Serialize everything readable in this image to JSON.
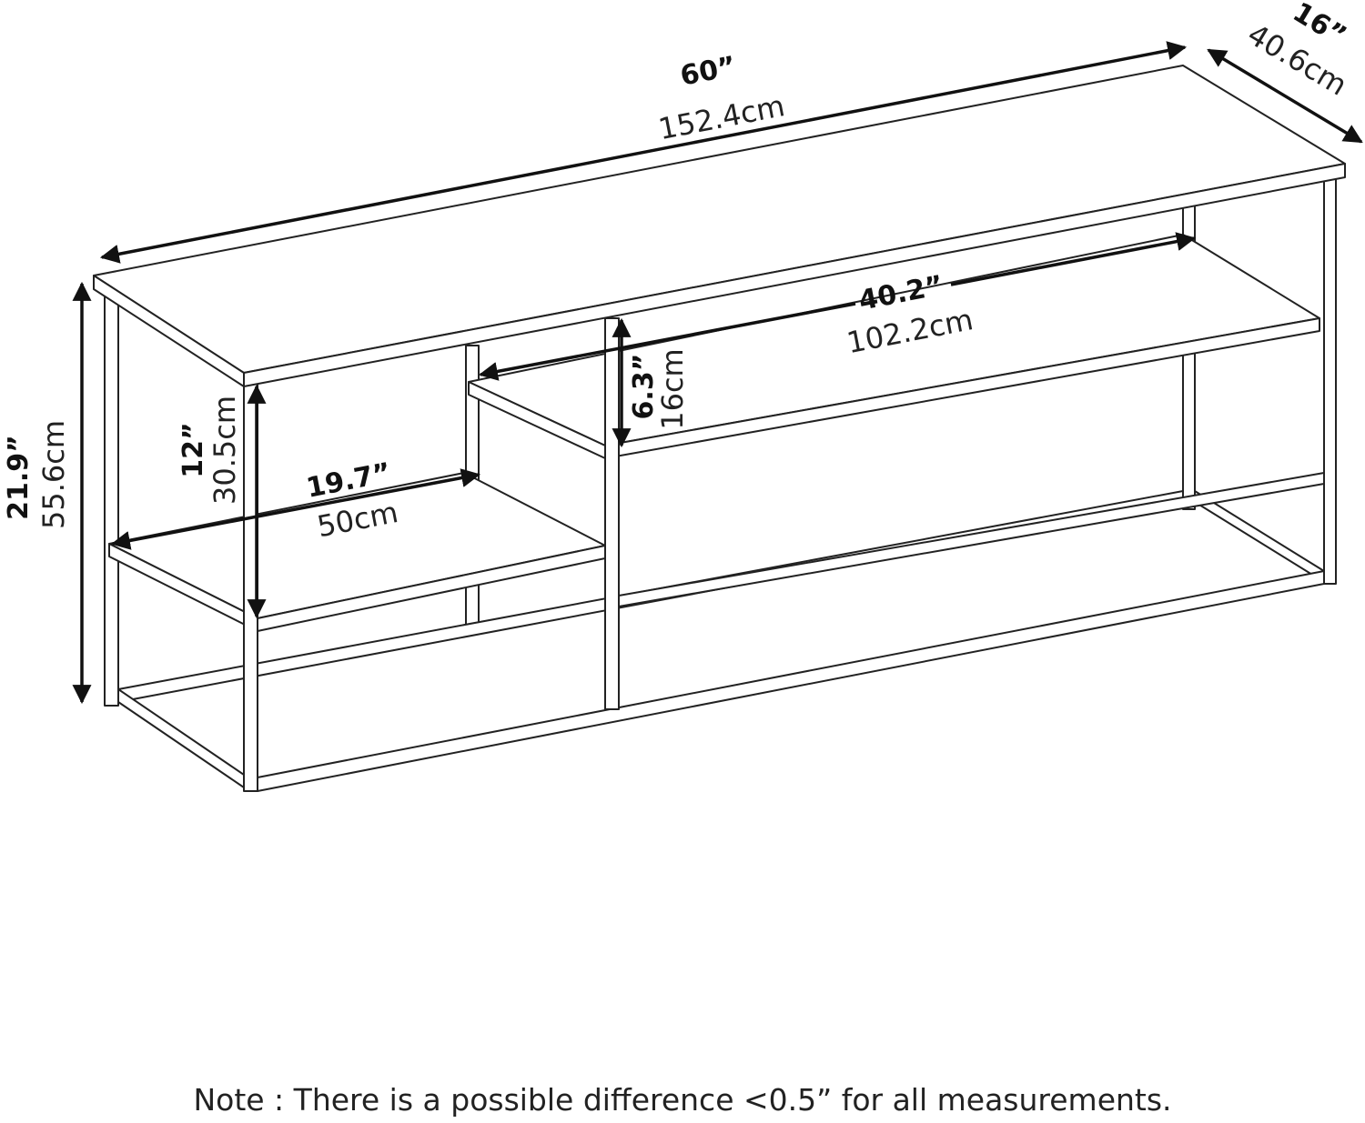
{
  "dimensions": {
    "width": {
      "in": "60”",
      "cm": "152.4cm"
    },
    "depth": {
      "in": "16”",
      "cm": "40.6cm"
    },
    "height": {
      "in": "21.9”",
      "cm": "55.6cm"
    },
    "upper_shelf_width": {
      "in": "40.2”",
      "cm": "102.2cm"
    },
    "upper_shelf_clearance": {
      "in": "6.3”",
      "cm": "16cm"
    },
    "left_shelf_clearance": {
      "in": "12”",
      "cm": "30.5cm"
    },
    "left_shelf_width": {
      "in": "19.7”",
      "cm": "50cm"
    }
  },
  "note": "Note : There is a possible difference <0.5” for all measurements."
}
